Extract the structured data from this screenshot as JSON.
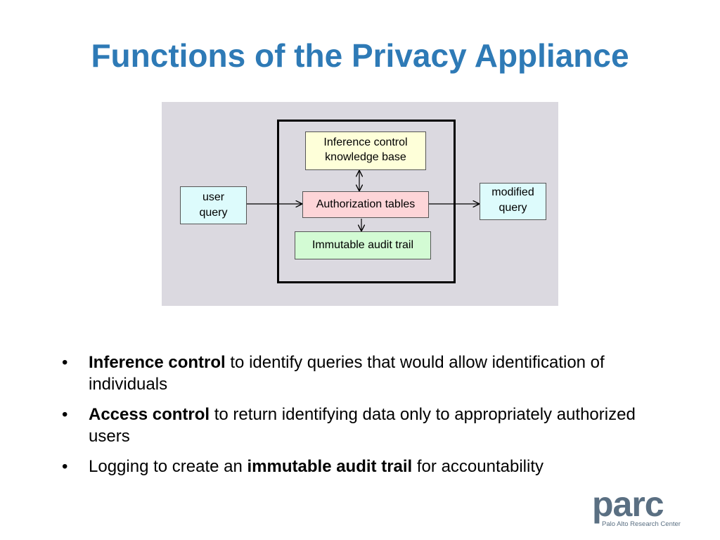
{
  "slide": {
    "title": "Functions of the Privacy Appliance"
  },
  "diagram": {
    "user_query": [
      "user",
      "query"
    ],
    "modified_query": [
      "modified",
      "query"
    ],
    "inference_kb": [
      "Inference control",
      "knowledge base"
    ],
    "authorization_tables": "Authorization tables",
    "audit_trail": "Immutable audit trail"
  },
  "bullets": [
    {
      "bold": "Inference control",
      "text_after": " to identify queries that would allow identification of individuals"
    },
    {
      "bold": "Access control",
      "text_after": " to return identifying data only to appropriately authorized users"
    },
    {
      "text_before": "Logging to create an ",
      "bold": "immutable audit trail",
      "text_after": " for accountability"
    }
  ],
  "bullet_glyph": "•",
  "logo": {
    "word": "parc",
    "subtitle": "Palo Alto Research Center"
  },
  "colors": {
    "title": "#2e7ab6",
    "panel": "#dbd9e0",
    "query_box": "#ddfbfc",
    "inference_box": "#feffd9",
    "authorization_box": "#fdd5d8",
    "audit_box": "#d3fbd4",
    "logo": "#5a6f82"
  }
}
